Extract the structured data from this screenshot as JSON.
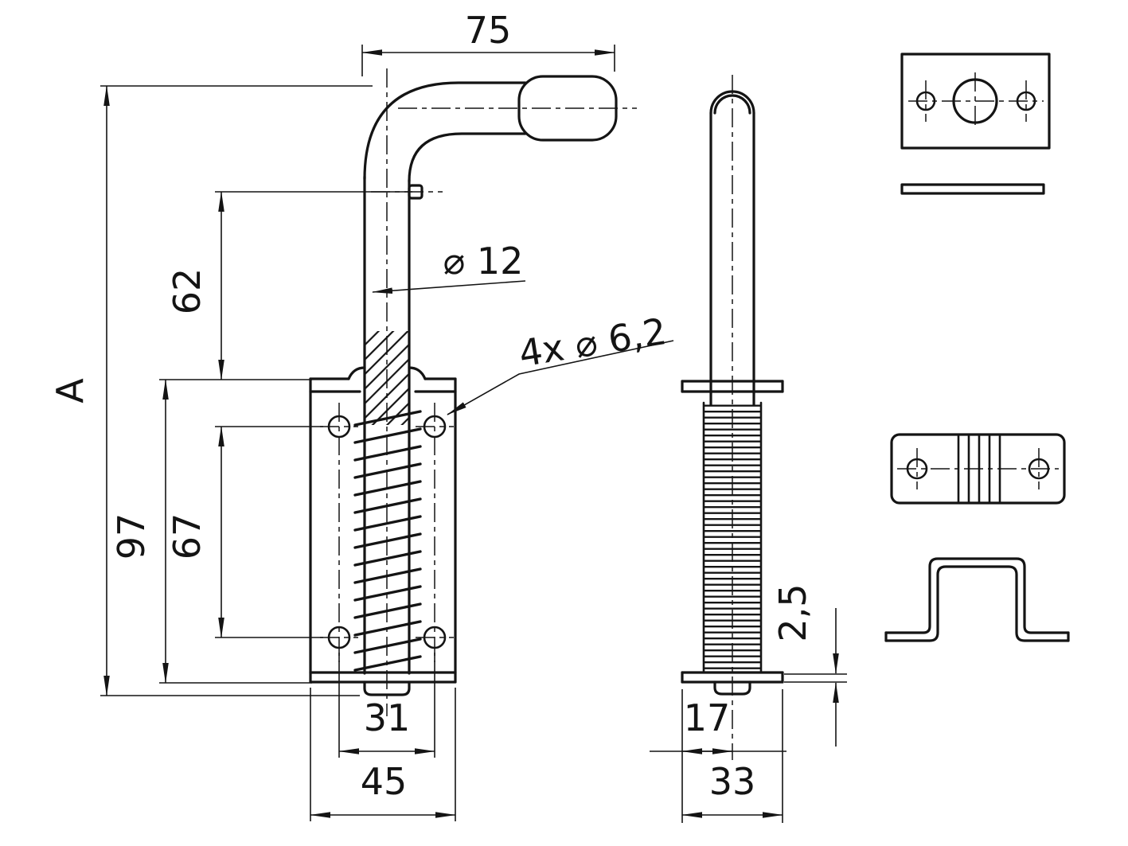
{
  "page": {
    "background": "#ffffff",
    "line_color": "#141414"
  },
  "labels": {
    "handle_length": "75",
    "overall_height": "A",
    "pin_height": "62",
    "plate_height": "97",
    "hole_pitch_vertical": "67",
    "rod_diameter": "⌀ 12",
    "mounting_holes": "4x ⌀ 6,2",
    "hole_pitch_horizontal": "31",
    "plate_width": "45",
    "side_offset": "17",
    "side_width": "33",
    "material_thickness": "2,5"
  }
}
